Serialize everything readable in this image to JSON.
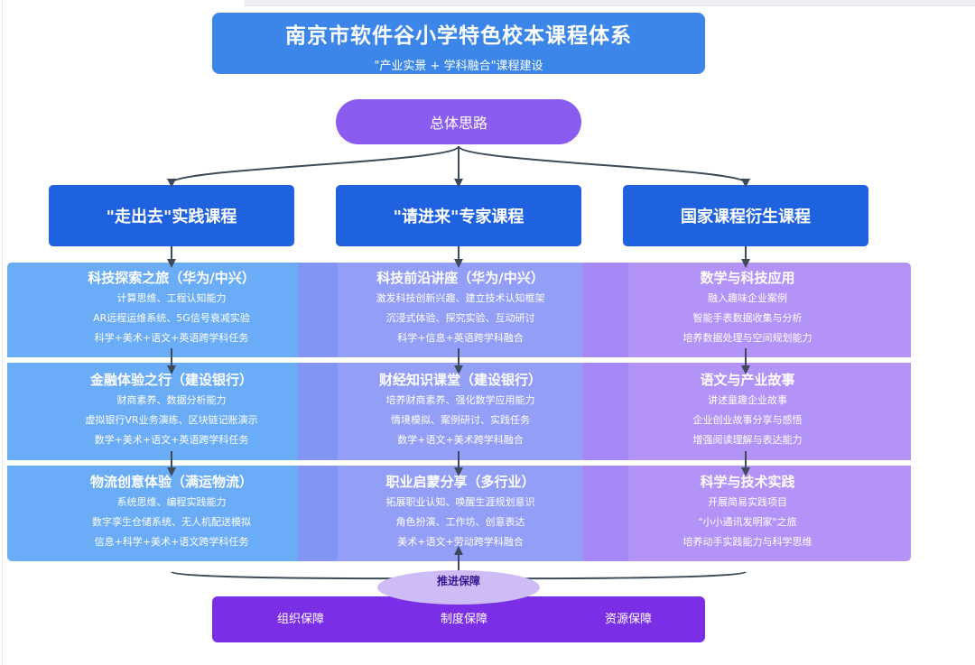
{
  "header": {
    "title": "南京市软件谷小学特色校本课程体系",
    "subtitle": "\"产业实景 + 学科融合\"课程建设"
  },
  "root": {
    "label": "总体思路"
  },
  "categories": [
    {
      "label": "\"走出去\"实践课程"
    },
    {
      "label": "\"请进来\"专家课程"
    },
    {
      "label": "国家课程衍生课程"
    }
  ],
  "columns": [
    {
      "cards": [
        {
          "title": "科技探索之旅（华为/中兴）",
          "lines": [
            "计算思维、工程认知能力",
            "AR远程运维系统、5G信号衰减实验",
            "科学+美术+语文+英语跨学科任务"
          ]
        },
        {
          "title": "金融体验之行（建设银行）",
          "lines": [
            "财商素养、数据分析能力",
            "虚拟银行VR业务演练、区块链记账演示",
            "数学+美术+语文+英语跨学科任务"
          ]
        },
        {
          "title": "物流创意体验（满运物流）",
          "lines": [
            "系统思维、编程实践能力",
            "数字孪生仓储系统、无人机配送模拟",
            "信息+科学+美术+语文跨学科任务"
          ]
        }
      ]
    },
    {
      "cards": [
        {
          "title": "科技前沿讲座（华为/中兴）",
          "lines": [
            "激发科技创新兴趣、建立技术认知框架",
            "沉浸式体验、探究实验、互动研讨",
            "科学+信息+英语跨学科融合"
          ]
        },
        {
          "title": "财经知识课堂（建设银行）",
          "lines": [
            "培养财商素养、强化数学应用能力",
            "情境模拟、案例研讨、实践任务",
            "数学+语文+美术跨学科融合"
          ]
        },
        {
          "title": "职业启蒙分享（多行业）",
          "lines": [
            "拓展职业认知、唤醒生涯规划意识",
            "角色扮演、工作坊、创意表达",
            "美术+语文+劳动跨学科融合"
          ]
        }
      ]
    },
    {
      "cards": [
        {
          "title": "数学与科技应用",
          "lines": [
            "融入趣味企业案例",
            "智能手表数据收集与分析",
            "培养数据处理与空间规划能力"
          ]
        },
        {
          "title": "语文与产业故事",
          "lines": [
            "讲述童趣企业故事",
            "企业创业故事分享与感悟",
            "增强阅读理解与表达能力"
          ]
        },
        {
          "title": "科学与技术实践",
          "lines": [
            "开展简易实践项目",
            "\"小小通讯发明家\"之旅",
            "培养动手实践能力与科学思维"
          ]
        }
      ]
    }
  ],
  "support": {
    "label": "推进保障",
    "items": [
      "组织保障",
      "制度保障",
      "资源保障"
    ]
  },
  "colors": {
    "title_bg": "#3b86e8",
    "root_bg": "#8b5cf0",
    "category_bg": "#1f62e0",
    "col1_bg": "#56a0f6",
    "col2_bg": "#8492f6",
    "col3_bg": "#a884f6",
    "support_bg": "#7a2fe6",
    "arrow": "#3c4a5a"
  }
}
